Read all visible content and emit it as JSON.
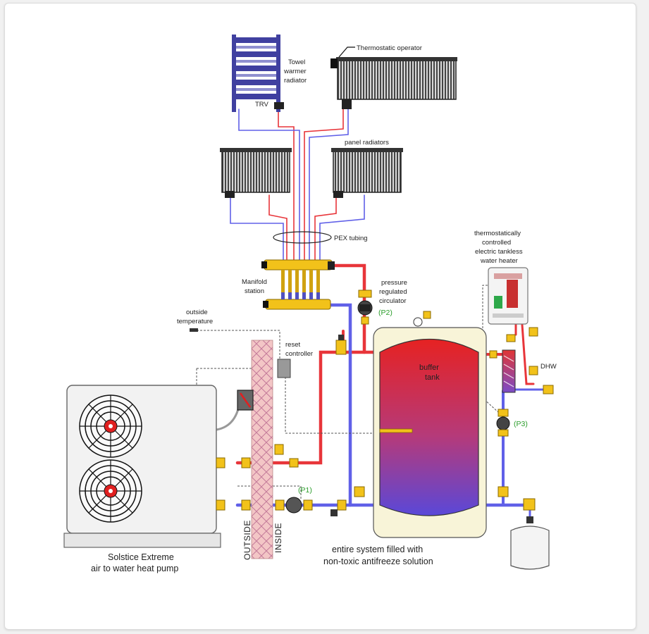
{
  "diagram": {
    "labels": {
      "towel_warmer": [
        "Towel",
        "warmer",
        "radiator"
      ],
      "trv": "TRV",
      "thermostatic_operator": "Thermostatic operator",
      "panel_radiators": "panel radiators",
      "pex_tubing": "PEX tubing",
      "manifold_station": [
        "Manifold",
        "station"
      ],
      "pressure_circulator": [
        "pressure",
        "regulated",
        "circulator"
      ],
      "p1": "(P1)",
      "p2": "(P2)",
      "p3": "(P3)",
      "tankless_heater": [
        "thermostatically",
        "controlled",
        "electric tankless",
        "water heater"
      ],
      "outside_temperature": [
        "outside",
        "temperature"
      ],
      "reset_controller": [
        "reset",
        "controller"
      ],
      "buffer_tank": [
        "buffer",
        "tank"
      ],
      "dhw": "DHW",
      "outside": "OUTSIDE",
      "inside": "INSIDE",
      "heat_pump": [
        "Solstice Extreme",
        "air to water heat pump"
      ],
      "antifreeze_note": [
        "entire system filled with",
        "non-toxic antifreeze solution"
      ]
    },
    "colors": {
      "supply_pipe": "#e8353a",
      "return_pipe": "#6060e8",
      "brass_fitting": "#f2c21a",
      "tank_top": "#e62222",
      "tank_bottom": "#5a48d8",
      "pump_housing": "#f2f2f2",
      "insulation_wall": "#f3c6c6"
    }
  }
}
